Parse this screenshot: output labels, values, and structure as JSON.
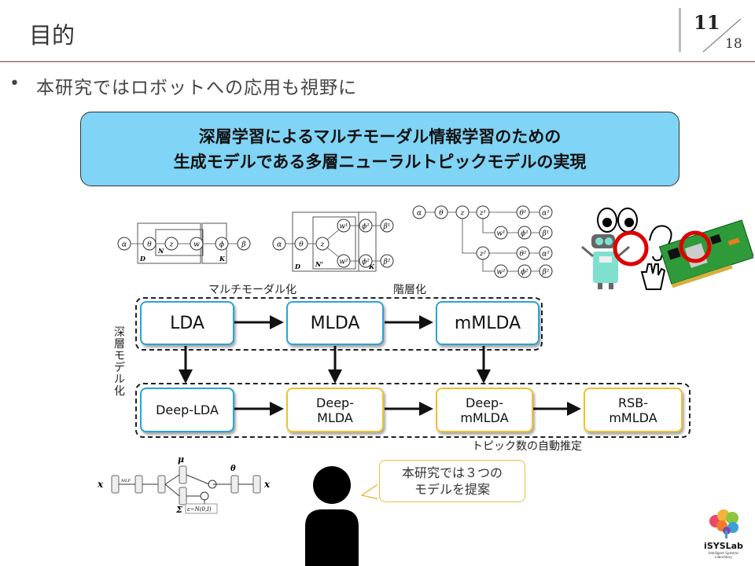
{
  "header": {
    "title": "目的",
    "page": "11",
    "total": "18"
  },
  "bullet": {
    "marker": "•",
    "text": "本研究ではロボットへの応用も視野に"
  },
  "goal": {
    "line1": "深層学習によるマルチモーダル情報学習のための",
    "line2": "生成モデルである多層ニューラルトピックモデルの実現"
  },
  "figures": {
    "lda": {
      "nodes": [
        "α",
        "θ",
        "z",
        "w",
        "ϕ",
        "β"
      ],
      "plates": [
        "D",
        "N",
        "K"
      ]
    },
    "mlda": {
      "nodes": [
        "α",
        "θ",
        "z",
        "w¹",
        "w²",
        "ϕ¹",
        "ϕ²",
        "β¹",
        "β²"
      ],
      "plates": [
        "D",
        "N'",
        "K"
      ]
    },
    "mmlda": {
      "nodes": [
        "α",
        "θ",
        "z",
        "z¹",
        "θ¹",
        "α¹",
        "w¹",
        "ϕ¹",
        "β¹",
        "z²",
        "θ²",
        "α²",
        "w²",
        "ϕ²",
        "β²"
      ]
    },
    "vae": {
      "labels": [
        "x",
        "MLP",
        "μ",
        "Σ",
        "ε~N(0,I)",
        "θ",
        "x"
      ]
    }
  },
  "diagram": {
    "label_multimodal": "マルチモーダル化",
    "label_hierarchical": "階層化",
    "label_deep": "深層モデル化",
    "label_auto_topics": "トピック数の自動推定",
    "top": [
      "LDA",
      "MLDA",
      "mMLDA"
    ],
    "bottom": [
      {
        "l1": "Deep-LDA",
        "l2": ""
      },
      {
        "l1": "Deep-",
        "l2": "MLDA"
      },
      {
        "l1": "Deep-",
        "l2": "mMLDA"
      },
      {
        "l1": "RSB-",
        "l2": "mMLDA"
      }
    ]
  },
  "bubble": {
    "line1": "本研究では３つの",
    "line2": "モデルを提案"
  },
  "logo": {
    "name": "iSYSLab",
    "sub": "Intelligent Systems Laboratory"
  },
  "colors": {
    "goal_bg": "#80d4f5",
    "blue_border": "#2aa3d8",
    "yellow_border": "#f0c030",
    "rule": "#8b3a3a"
  }
}
